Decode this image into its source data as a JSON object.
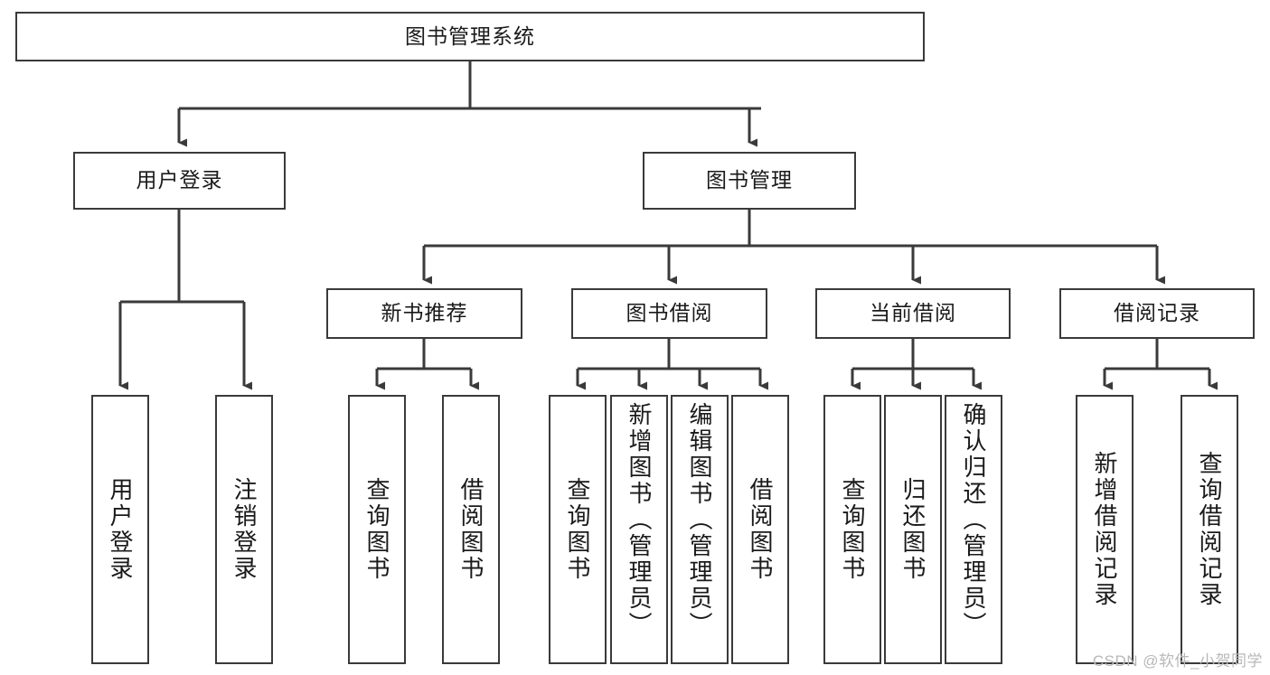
{
  "diagram": {
    "title": "图书管理系统",
    "type": "tree",
    "root": {
      "label": "图书管理系统"
    },
    "level2": [
      {
        "label": "用户登录"
      },
      {
        "label": "图书管理"
      }
    ],
    "level3": [
      {
        "label": "新书推荐"
      },
      {
        "label": "图书借阅"
      },
      {
        "label": "当前借阅"
      },
      {
        "label": "借阅记录"
      }
    ],
    "leaves": {
      "user_login": [
        {
          "label": "用户登录"
        },
        {
          "label": "注销登录"
        }
      ],
      "new_book_recommend": [
        {
          "label": "查询图书"
        },
        {
          "label": "借阅图书"
        }
      ],
      "book_borrow": [
        {
          "label": "查询图书"
        },
        {
          "label": "新增图书（管理员）"
        },
        {
          "label": "编辑图书（管理员）"
        },
        {
          "label": "借阅图书"
        }
      ],
      "current_borrow": [
        {
          "label": "查询图书"
        },
        {
          "label": "归还图书"
        },
        {
          "label": "确认归还（管理员）"
        }
      ],
      "borrow_record": [
        {
          "label": "新增借阅记录"
        },
        {
          "label": "查询借阅记录"
        }
      ]
    }
  },
  "watermark": {
    "text": "CSDN @软件_小贺同学"
  },
  "colors": {
    "stroke": "#3a3a3a",
    "background": "#ffffff",
    "text": "#1a1a1a",
    "watermark": "#b8b8b8"
  }
}
